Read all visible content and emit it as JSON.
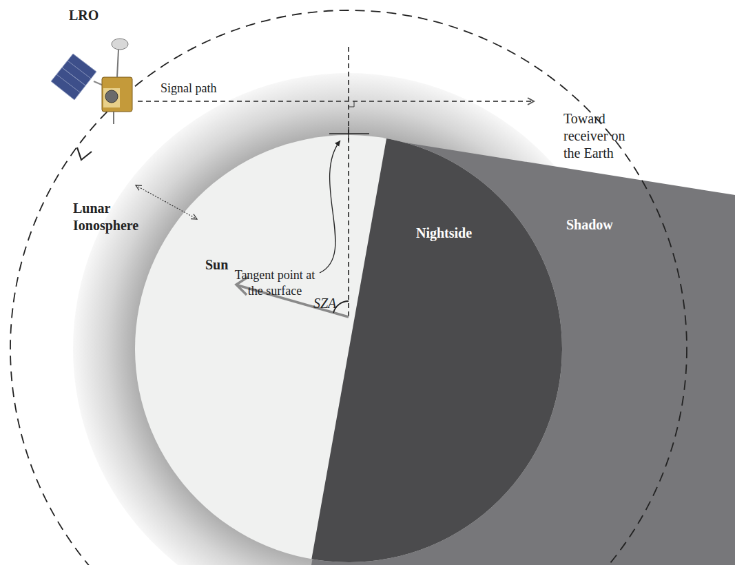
{
  "diagram": {
    "labels": [
      "LRO",
      "Signal path",
      "Toward receiver on the Earth",
      "Lunar Ionosphere",
      "Tangent point at the surface",
      "Sun",
      "SZA",
      "Nightside",
      "Shadow"
    ]
  }
}
